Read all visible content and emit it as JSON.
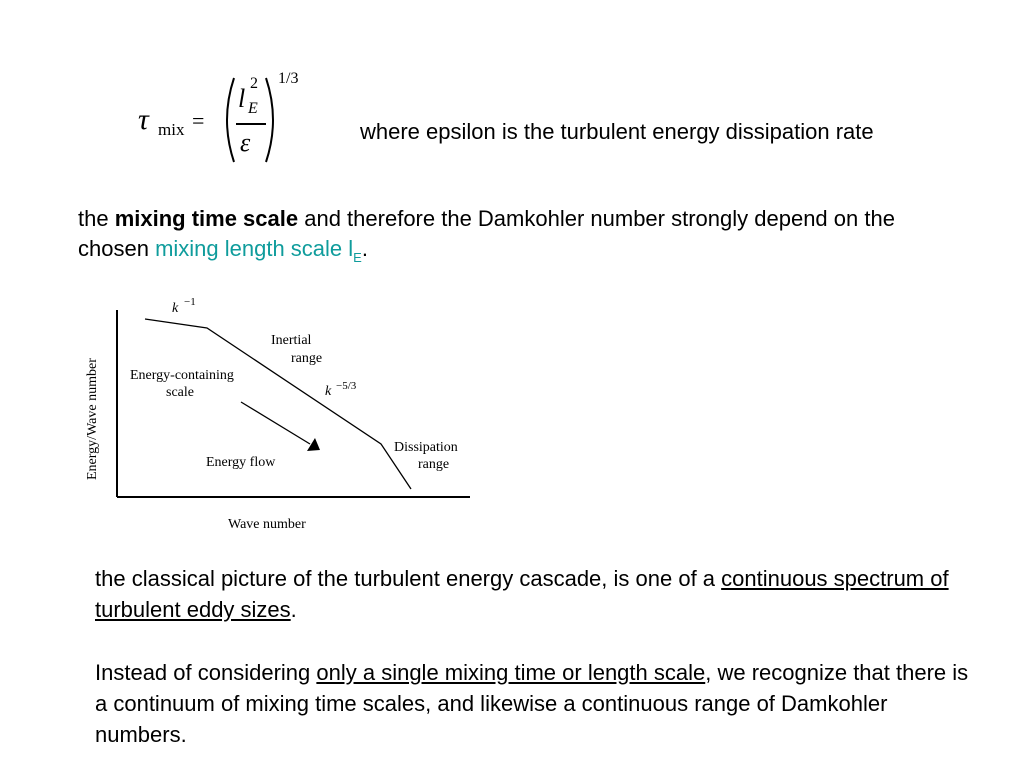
{
  "equation": {
    "lhs_symbol": "τ",
    "lhs_subscript": "mix",
    "equals": "=",
    "numerator_symbol": "l",
    "numerator_subscript": "E",
    "numerator_superscript": "2",
    "denominator_symbol": "ε",
    "exponent": "1/3"
  },
  "equation_note": "where epsilon is the turbulent energy dissipation rate",
  "para1": {
    "part1": "the ",
    "bold": "mixing time scale",
    "part2": " and therefore the Damkohler number strongly depend on the chosen ",
    "highlight": "mixing length scale l",
    "highlight_sub": "E",
    "end": "."
  },
  "figure": {
    "ylabel": "Energy/Wave number",
    "xlabel": "Wave number",
    "label_k1_base": "k",
    "label_k1_exp": "−1",
    "label_inertial_1": "Inertial",
    "label_inertial_2": "range",
    "label_k53_base": "k",
    "label_k53_exp": "−5/3",
    "label_energy_1": "Energy-containing",
    "label_energy_2": "scale",
    "label_flow": "Energy flow",
    "label_dissipation_1": "Dissipation",
    "label_dissipation_2": "range"
  },
  "para2": {
    "part1": "the classical picture of the turbulent energy cascade, is one of a ",
    "underlined": "continuous spectrum of turbulent eddy sizes",
    "end": "."
  },
  "para3": {
    "part1": "Instead of considering ",
    "underlined": "only a single mixing time or length scale",
    "part2": ", we recognize that there is a continuum of mixing time scales, and likewise a continuous range of Damkohler numbers."
  }
}
